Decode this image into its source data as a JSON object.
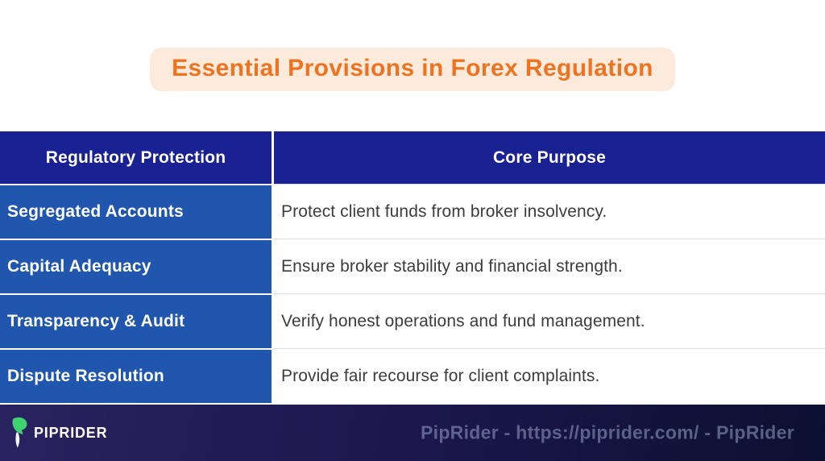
{
  "title": {
    "text": "Essential Provisions in Forex Regulation",
    "text_color": "#EE7320",
    "pill_background": "#FCEBDC"
  },
  "table": {
    "header": {
      "protection_label": "Regulatory Protection",
      "purpose_label": "Core Purpose",
      "background": "#1A2193",
      "text_color": "#FFFFFF"
    },
    "rows": [
      {
        "protection": "Segregated Accounts",
        "purpose": "Protect client funds from broker insolvency."
      },
      {
        "protection": "Capital Adequacy",
        "purpose": "Ensure broker stability and financial strength."
      },
      {
        "protection": "Transparency & Audit",
        "purpose": "Verify honest operations and fund management."
      },
      {
        "protection": "Dispute Resolution",
        "purpose": "Provide fair recourse for client complaints."
      }
    ],
    "row_label_background": "#2056AE",
    "row_label_text_color": "#FFFFFF",
    "purpose_text_color": "#3C3C3C",
    "divider_color": "#DBDBDB"
  },
  "footer": {
    "brand": "PIPRIDER",
    "watermark": "PipRider - https://piprider.com/ - PipRider",
    "logo_icon": "piprider-horse-icon",
    "logo_green": "#3DD36E",
    "gradient_left": "#29235F",
    "gradient_right": "#0C1030",
    "watermark_color": "#96A2C6"
  }
}
